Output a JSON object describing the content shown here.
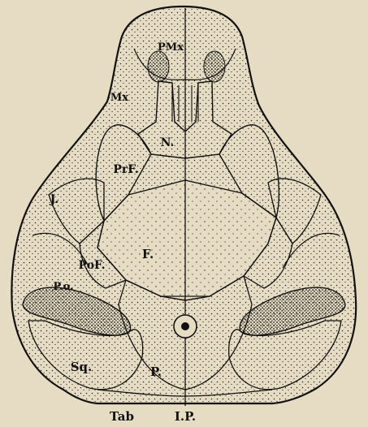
{
  "figure": {
    "background": "#e6dcc3",
    "ink": "#111111",
    "labels": {
      "pmx": "PMx",
      "mx": "Mx",
      "n": "N.",
      "prf": "PrF.",
      "j": "J.",
      "f": "F.",
      "pof": "PoF.",
      "po": "P.o.",
      "sq": "Sq.",
      "p": "P.",
      "ip": "I.P.",
      "tab": "Tab"
    }
  }
}
